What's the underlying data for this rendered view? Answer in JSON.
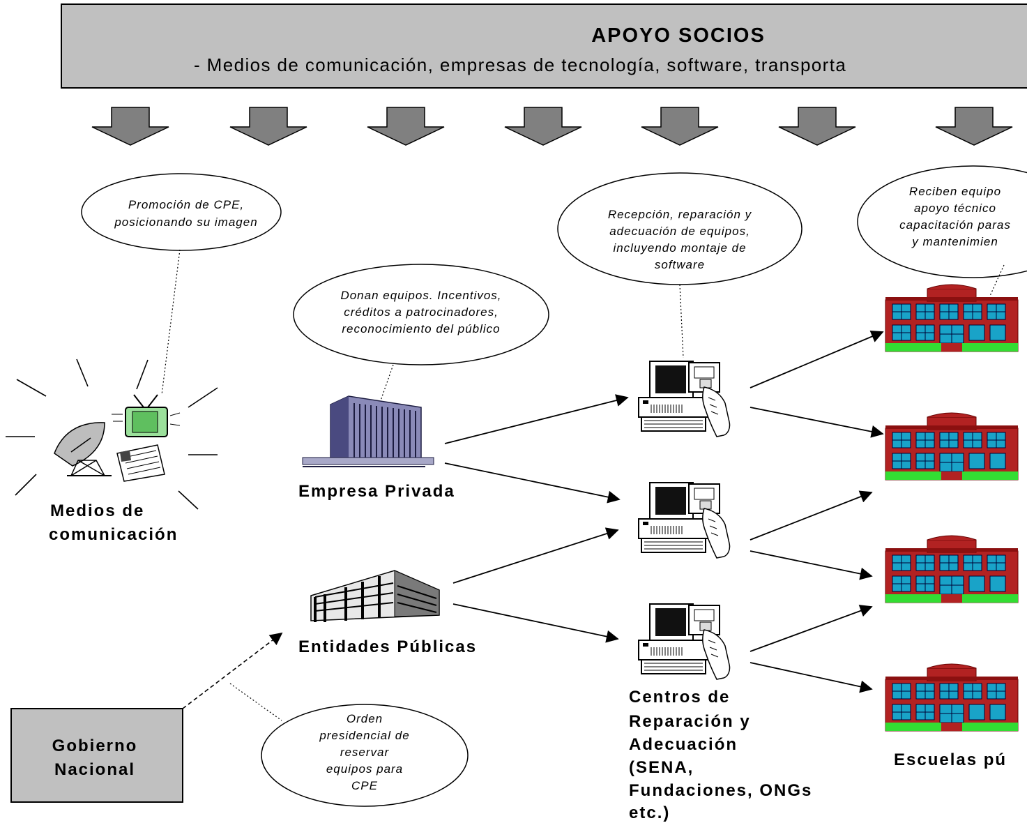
{
  "banner": {
    "title": "APOYO SOCIOS",
    "subtitle": "- Medios de comunicación, empresas de tecnología, software, transporta"
  },
  "actors": {
    "media": [
      "Medios de",
      "comunicación"
    ],
    "private": "Empresa Privada",
    "public": "Entidades Públicas",
    "government": [
      "Gobierno",
      "Nacional"
    ],
    "centers": [
      "Centros de",
      "Reparación y",
      "Adecuación",
      "(SENA,",
      "Fundaciones, ONGs",
      "etc.)"
    ],
    "schools": "Escuelas pú"
  },
  "bubbles": {
    "media": [
      "Promoción de CPE,",
      "posicionando su imagen"
    ],
    "private": [
      "Donan equipos. Incentivos,",
      "créditos a patrocinadores,",
      "reconocimiento del público"
    ],
    "centers": [
      "Recepción, reparación y",
      "adecuación de equipos,",
      "incluyendo montaje de",
      "software"
    ],
    "schools": [
      "Reciben equipo",
      "apoyo técnico",
      "capacitación paras",
      "y mantenimien"
    ],
    "government": [
      "Orden",
      "presidencial de",
      "reservar",
      "equipos para",
      "CPE"
    ]
  },
  "colors": {
    "banner_fill": "#c0c0c0",
    "arrow_fill": "#808080",
    "school_brick": "#b22222",
    "school_window": "#19a3c8",
    "school_grass": "#33dd33",
    "building_blue": "#8a8ab8"
  }
}
